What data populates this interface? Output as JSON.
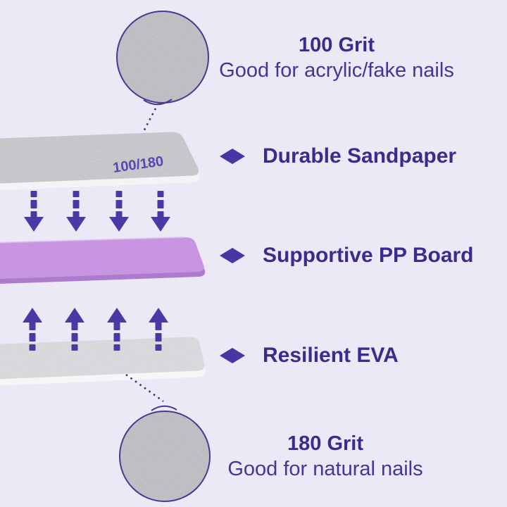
{
  "background_color": "#ECE8F5",
  "accent_color": "#3B2B8C",
  "icon_color": "#4737A5",
  "arrow_color": "#4B39A3",
  "top_callout": {
    "title": "100 Grit",
    "subtitle": "Good for acrylic/fake nails"
  },
  "bottom_callout": {
    "title": "180 Grit",
    "subtitle": "Good for natural nails"
  },
  "layers": [
    {
      "label": "Durable Sandpaper",
      "icon": "diamond-icon",
      "color": "#D6D6D9"
    },
    {
      "label": "Supportive PP Board",
      "icon": "diamond-icon",
      "color": "#C795E2"
    },
    {
      "label": "Resilient EVA",
      "icon": "diamond-icon",
      "color": "#DFDFE2"
    }
  ],
  "sandpaper_marking": "100/180",
  "icons": {
    "bullet": "diamond-icon",
    "down_arrow": "arrow-down-icon",
    "up_arrow": "arrow-up-icon",
    "magnifier_top": "magnified-texture-circle",
    "magnifier_bottom": "magnified-texture-circle"
  }
}
